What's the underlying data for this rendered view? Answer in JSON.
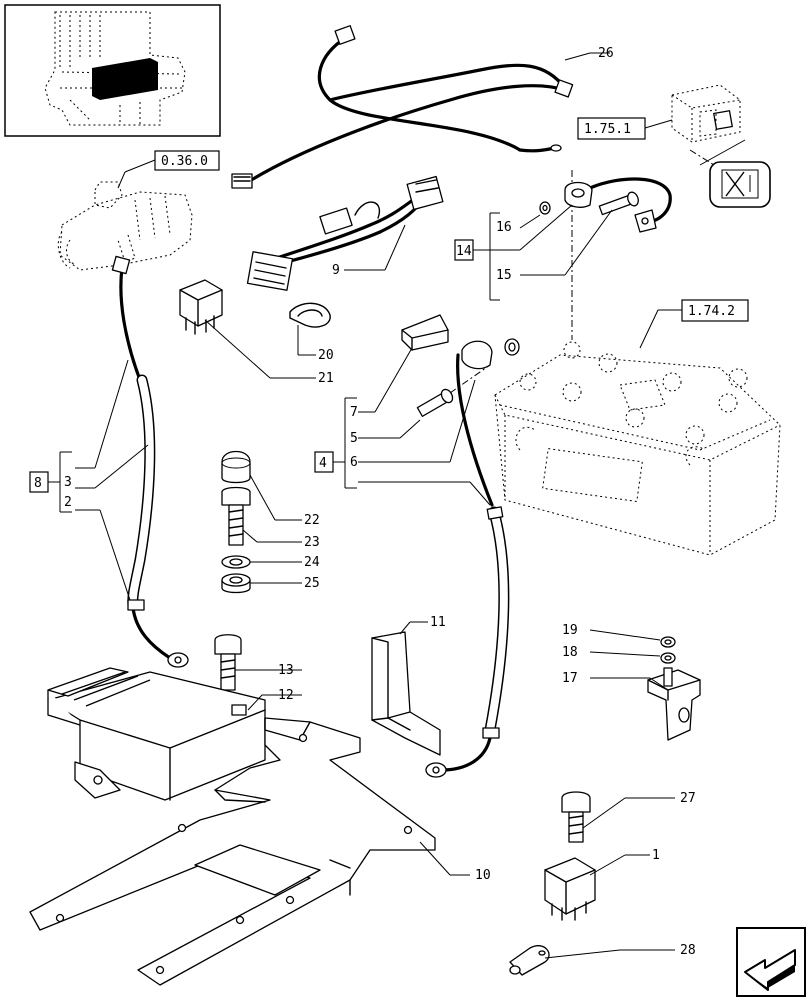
{
  "callouts": {
    "c1": "1",
    "c2": "2",
    "c3": "3",
    "c4": "4",
    "c5": "5",
    "c6": "6",
    "c7": "7",
    "c8": "8",
    "c9": "9",
    "c10": "10",
    "c11": "11",
    "c12": "12",
    "c13": "13",
    "c14": "14",
    "c15": "15",
    "c16": "16",
    "c17": "17",
    "c18": "18",
    "c19": "19",
    "c20": "20",
    "c21": "21",
    "c22": "22",
    "c23": "23",
    "c24": "24",
    "c25": "25",
    "c26": "26",
    "c27": "27",
    "c28": "28"
  },
  "references": {
    "starter": "0.36.0",
    "switch": "1.75.1",
    "battery": "1.74.2"
  },
  "icons": {
    "locator": "tractor-locator-icon",
    "not_included": "crossed-box-icon",
    "next_page": "next-page-arrow-icon"
  }
}
